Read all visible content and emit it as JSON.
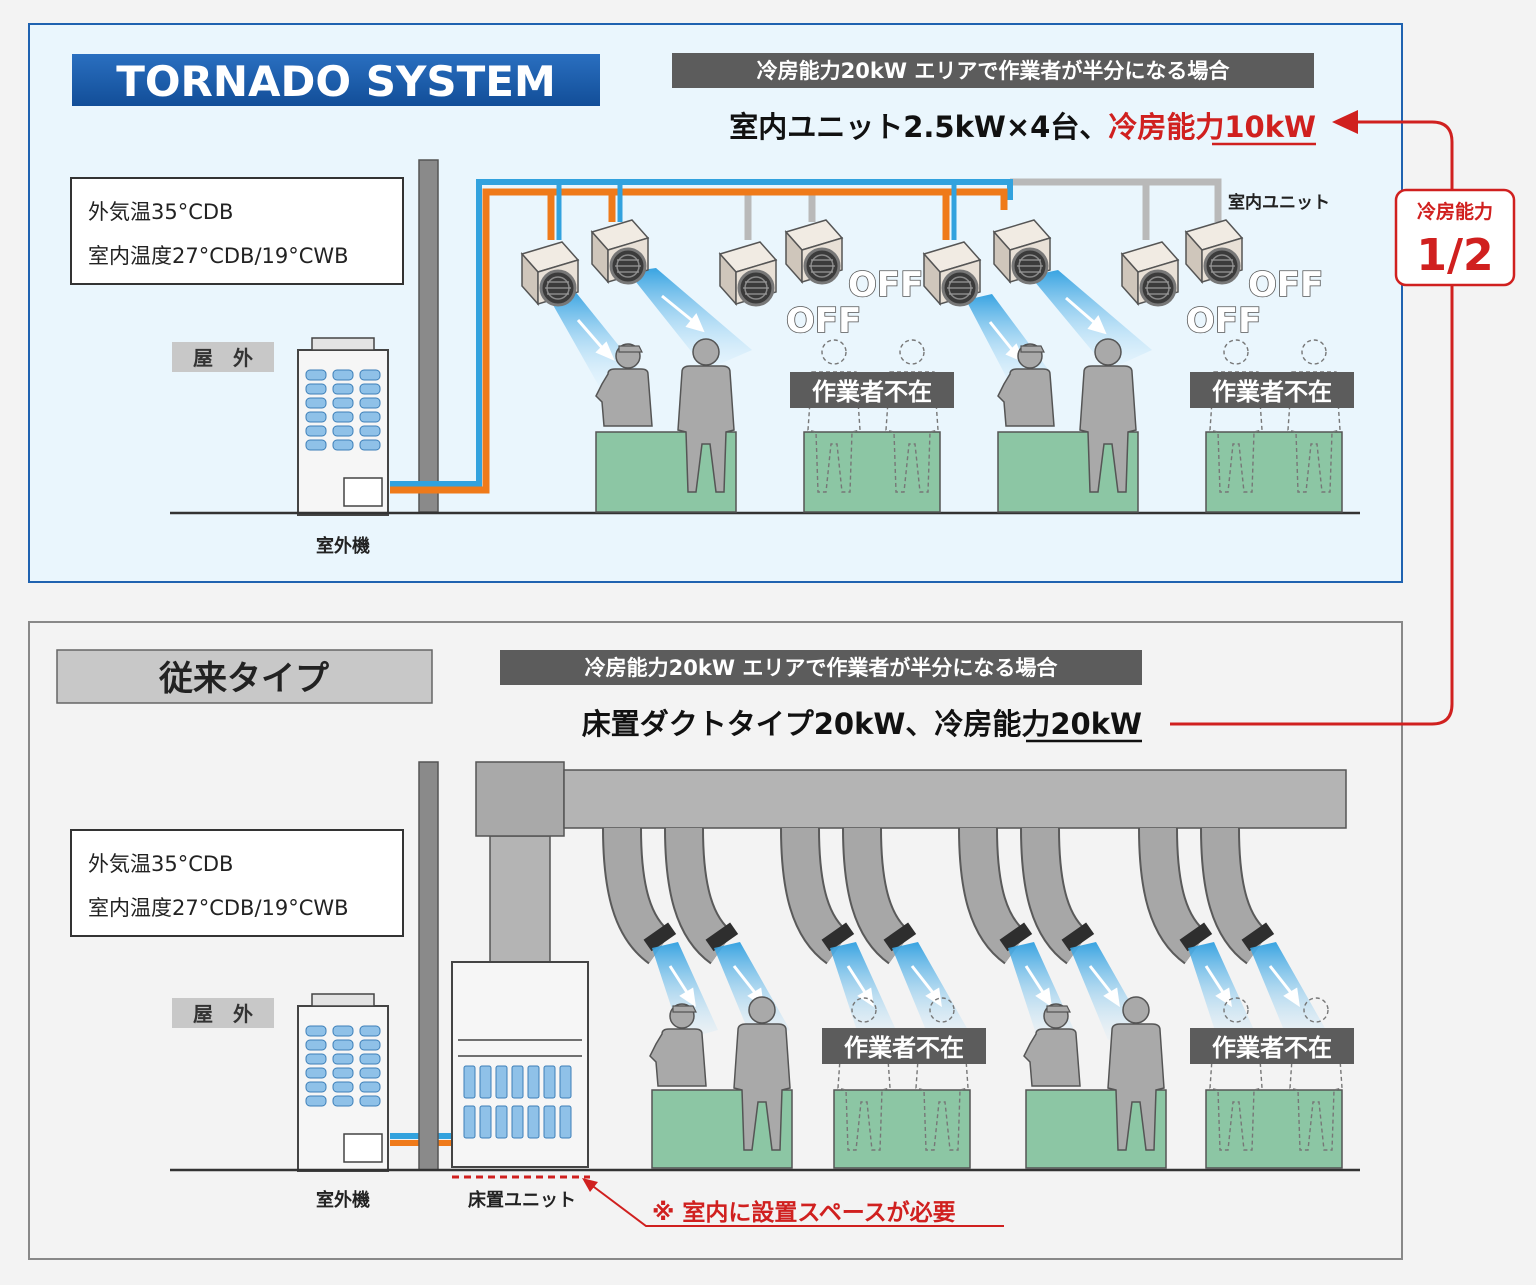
{
  "top": {
    "title": "TORNADO SYSTEM",
    "condition_label": "冷房能力20kW エリアで作業者が半分になる場合",
    "headline_prefix": "室内ユニット2.5kW×4台、",
    "headline_highlight_label": "冷房能力",
    "headline_highlight_value": "10kW",
    "conditions": [
      "外気温35°CDB",
      "室内温度27°CDB/19°CWB"
    ],
    "outdoor_label": "屋　外",
    "outdoor_unit_label": "室外機",
    "indoor_unit_label": "室内ユニット",
    "off_label": "OFF",
    "absent_label": "作業者不在"
  },
  "bottom": {
    "title": "従来タイプ",
    "condition_label": "冷房能力20kW エリアで作業者が半分になる場合",
    "headline_prefix": "床置ダクトタイプ20kW、冷房能力",
    "headline_value": "20kW",
    "conditions": [
      "外気温35°CDB",
      "室内温度27°CDB/19°CWB"
    ],
    "outdoor_label": "屋　外",
    "outdoor_unit_label": "室外機",
    "floor_unit_label": "床置ユニット",
    "space_note": "※ 室内に設置スペースが必要",
    "absent_label": "作業者不在"
  },
  "compare": {
    "label": "冷房能力",
    "value": "1/2"
  },
  "colors": {
    "accent_red": "#d0201f",
    "brand_blue": "#1d5fb0",
    "pipe_orange": "#ef7a1a",
    "pipe_blue": "#32a2de",
    "desk_green": "#8cc6a4"
  }
}
